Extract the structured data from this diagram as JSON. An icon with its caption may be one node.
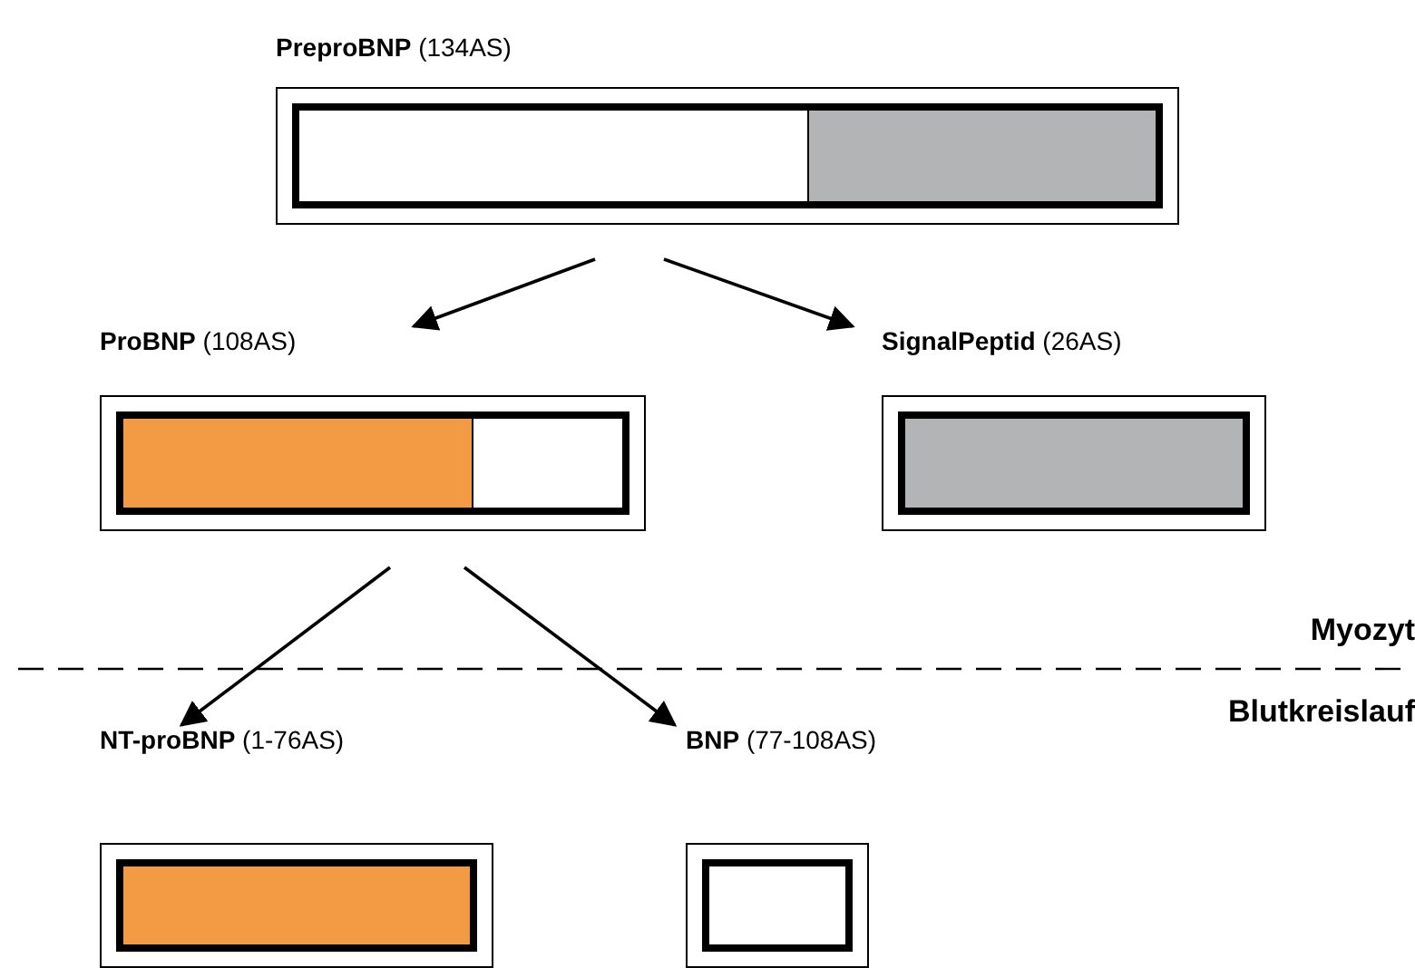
{
  "diagram": {
    "nodes": [
      {
        "text": [
          "**PreproBNP** (134AS)"
        ]
      },
      {
        "text": [
          "**ProBNP** (108AS)"
        ]
      },
      {
        "text": [
          "**SignalPeptid** (26AS)"
        ]
      },
      {
        "text": [
          "**NT-proBNP** (1-76AS)"
        ]
      },
      {
        "text": [
          "**BNP** (77-108AS)"
        ]
      }
    ],
    "edges": [
      {
        "from": 0,
        "to": 1,
        "arrow": "to"
      },
      {
        "from": 0,
        "to": 2,
        "arrow": "to"
      },
      {
        "from": 1,
        "to": 3,
        "arrow": "to"
      },
      {
        "from": 1,
        "to": 4,
        "arrow": "to"
      }
    ],
    "labels": [
      "Myozyt",
      "Blutkreislauf"
    ]
  }
}
